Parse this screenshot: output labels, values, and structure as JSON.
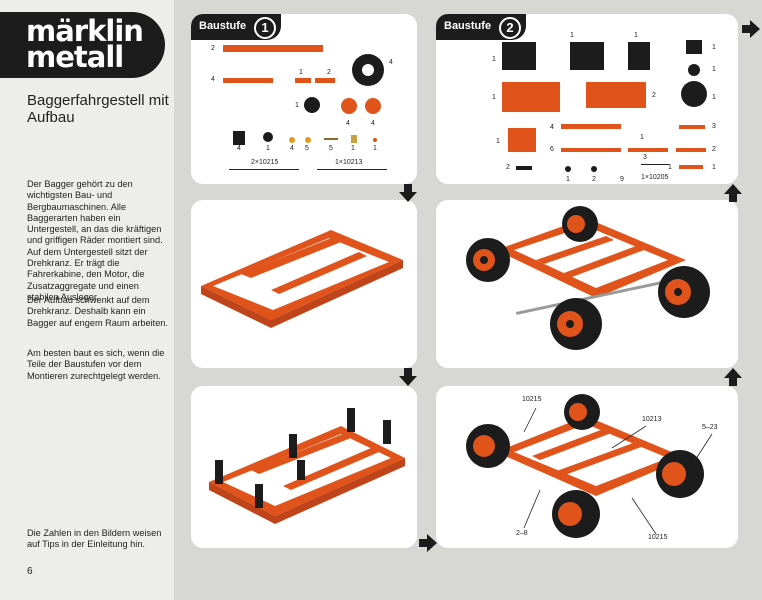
{
  "sidebar": {
    "logo_line1": "märklin",
    "logo_line2": "metall",
    "title": "Baggerfahrgestell mit Aufbau",
    "paragraph1": "Der Bagger gehört zu den wichtigsten Bau- und Bergbaumaschinen. Alle Baggerarten haben ein Untergestell, an das die kräftigen und griffigen Räder montiert sind. Auf dem Untergestell sitzt der Drehkranz. Er trägt die Fahrerkabine, den Motor, die Zusatzaggregate und einen stabilen Ausleger.",
    "paragraph2": "Der Aufbau schwenkt auf dem Drehkranz. Deshalb kann ein Bagger auf engem Raum arbeiten.",
    "paragraph3": "Am besten baut es sich, wenn die Teile der Baustufen vor dem Montieren zurechtgelegt werden.",
    "paragraph4": "Die Zahlen in den Bildern weisen auf Tips in der Einleitung hin.",
    "page_number": "6"
  },
  "step1": {
    "tab_label": "Baustufe",
    "tab_number": "1",
    "labels": {
      "a": "2",
      "b": "4",
      "c": "1",
      "d": "2",
      "e": "4",
      "f": "1",
      "g": "4",
      "h": "4",
      "i": "4",
      "j": "1",
      "k": "4",
      "l": "5",
      "m": "5",
      "n": "1",
      "o": "1",
      "p": "2×10215",
      "q": "1×10213"
    }
  },
  "step2": {
    "tab_label": "Baustufe",
    "tab_number": "2",
    "labels": {
      "a": "1",
      "b": "1",
      "c": "1",
      "d": "1",
      "e": "1",
      "f": "1",
      "g": "2",
      "h": "1",
      "i": "4",
      "j": "1",
      "k": "3",
      "l": "6",
      "m": "1",
      "n": "2",
      "o": "2",
      "p": "1",
      "q": "2",
      "r": "9",
      "s": "3",
      "t": "1×10205",
      "u": "1",
      "v": "1"
    }
  },
  "callouts": {
    "a": "10215",
    "b": "10213",
    "c": "5–23",
    "d": "2–8",
    "e": "10215"
  },
  "colors": {
    "orange": "#e0541c",
    "dark": "#1c1c1c",
    "panel": "#ffffff",
    "background": "#d7d7d4"
  }
}
